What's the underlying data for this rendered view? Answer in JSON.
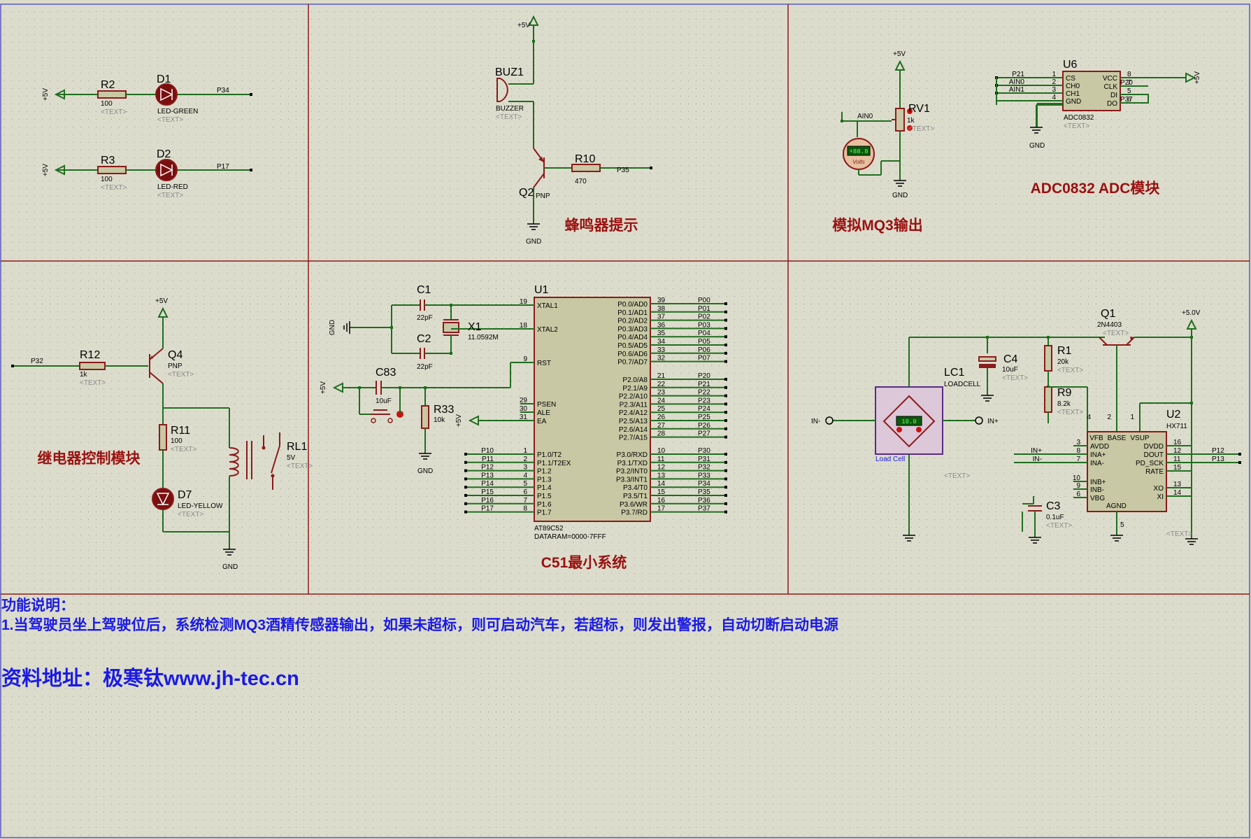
{
  "colors": {
    "background": "#dcdccc",
    "wire": "#1f6e1f",
    "component": "#8b1a1a",
    "title": "#9a1010",
    "note": "#1a1ae6"
  },
  "titles": {
    "buzzer": "蜂鸣器提示",
    "mq3": "模拟MQ3输出",
    "adc": "ADC0832 ADC模块",
    "relay": "继电器控制模块",
    "mcu": "C51最小系统"
  },
  "notes": {
    "heading": "功能说明：",
    "line1": "1.当驾驶员坐上驾驶位后，系统检测MQ3酒精传感器输出，如果未超标，则可启动汽车，若超标，则发出警报，自动切断启动电源",
    "source": "资料地址：极寒钛www.jh-tec.cn"
  },
  "common": {
    "vcc": "+5V",
    "gnd": "GND",
    "text": "<TEXT>"
  },
  "leds": [
    {
      "res": "R2",
      "res_val": "100",
      "led": "D1",
      "type": "LED-GREEN",
      "net": "P34"
    },
    {
      "res": "R3",
      "res_val": "100",
      "led": "D2",
      "type": "LED-RED",
      "net": "P17"
    }
  ],
  "buzzer": {
    "ref": "BUZ1",
    "type": "BUZZER",
    "q": "Q2",
    "q_type": "PNP",
    "r": "R10",
    "r_val": "470",
    "net": "P35"
  },
  "mq3": {
    "ref": "RV1",
    "val": "1k",
    "net": "AIN0",
    "meter": "+88.8",
    "meter_unit": "Volts"
  },
  "adc": {
    "ref": "U6",
    "part": "ADC0832",
    "left_pins": [
      {
        "net": "P21",
        "name": "CS",
        "num": "1"
      },
      {
        "net": "AIN0",
        "name": "CH0",
        "num": "2"
      },
      {
        "net": "AIN1",
        "name": "CH1",
        "num": "3"
      },
      {
        "net": "",
        "name": "GND",
        "num": "4"
      }
    ],
    "right_pins": [
      {
        "name": "VCC",
        "num": "8",
        "net": ""
      },
      {
        "name": "CLK",
        "num": "7",
        "net": "P20"
      },
      {
        "name": "DI",
        "num": "5",
        "net": ""
      },
      {
        "name": "DO",
        "num": "6",
        "net": "P37"
      }
    ]
  },
  "relay": {
    "q": "Q4",
    "q_type": "PNP",
    "r12": "R12",
    "r12_val": "1k",
    "net": "P32",
    "r11": "R11",
    "r11_val": "100",
    "led": "D7",
    "led_type": "LED-YELLOW",
    "rl": "RL1",
    "rl_val": "5V"
  },
  "mcu": {
    "ref": "U1",
    "part": "AT89C52",
    "dataram": "DATARAM=0000-7FFF",
    "c1": "C1",
    "c1_val": "22pF",
    "c2": "C2",
    "c2_val": "22pF",
    "x1": "X1",
    "x1_val": "11.0592M",
    "c83": "C83",
    "c83_val": "10uF",
    "r33": "R33",
    "r33_val": "10k",
    "left_top": [
      {
        "num": "19",
        "name": "XTAL1"
      },
      {
        "num": "18",
        "name": "XTAL2"
      },
      {
        "num": "9",
        "name": "RST"
      },
      {
        "num": "29",
        "name": "PSEN"
      },
      {
        "num": "30",
        "name": "ALE"
      },
      {
        "num": "31",
        "name": "EA"
      }
    ],
    "port1": [
      {
        "net": "P10",
        "num": "1",
        "name": "P1.0/T2"
      },
      {
        "net": "P11",
        "num": "2",
        "name": "P1.1/T2EX"
      },
      {
        "net": "P12",
        "num": "3",
        "name": "P1.2"
      },
      {
        "net": "P13",
        "num": "4",
        "name": "P1.3"
      },
      {
        "net": "P14",
        "num": "5",
        "name": "P1.4"
      },
      {
        "net": "P15",
        "num": "6",
        "name": "P1.5"
      },
      {
        "net": "P16",
        "num": "7",
        "name": "P1.6"
      },
      {
        "net": "P17",
        "num": "8",
        "name": "P1.7"
      }
    ],
    "port0": [
      {
        "name": "P0.0/AD0",
        "num": "39",
        "net": "P00"
      },
      {
        "name": "P0.1/AD1",
        "num": "38",
        "net": "P01"
      },
      {
        "name": "P0.2/AD2",
        "num": "37",
        "net": "P02"
      },
      {
        "name": "P0.3/AD3",
        "num": "36",
        "net": "P03"
      },
      {
        "name": "P0.4/AD4",
        "num": "35",
        "net": "P04"
      },
      {
        "name": "P0.5/AD5",
        "num": "34",
        "net": "P05"
      },
      {
        "name": "P0.6/AD6",
        "num": "33",
        "net": "P06"
      },
      {
        "name": "P0.7/AD7",
        "num": "32",
        "net": "P07"
      }
    ],
    "port2": [
      {
        "name": "P2.0/A8",
        "num": "21",
        "net": "P20"
      },
      {
        "name": "P2.1/A9",
        "num": "22",
        "net": "P21"
      },
      {
        "name": "P2.2/A10",
        "num": "23",
        "net": "P22"
      },
      {
        "name": "P2.3/A11",
        "num": "24",
        "net": "P23"
      },
      {
        "name": "P2.4/A12",
        "num": "25",
        "net": "P24"
      },
      {
        "name": "P2.5/A13",
        "num": "26",
        "net": "P25"
      },
      {
        "name": "P2.6/A14",
        "num": "27",
        "net": "P26"
      },
      {
        "name": "P2.7/A15",
        "num": "28",
        "net": "P27"
      }
    ],
    "port3": [
      {
        "name": "P3.0/RXD",
        "num": "10",
        "net": "P30"
      },
      {
        "name": "P3.1/TXD",
        "num": "11",
        "net": "P31"
      },
      {
        "name": "P3.2/INT0",
        "num": "12",
        "net": "P32"
      },
      {
        "name": "P3.3/INT1",
        "num": "13",
        "net": "P33"
      },
      {
        "name": "P3.4/T0",
        "num": "14",
        "net": "P34"
      },
      {
        "name": "P3.5/T1",
        "num": "15",
        "net": "P35"
      },
      {
        "name": "P3.6/WR",
        "num": "16",
        "net": "P36"
      },
      {
        "name": "P3.7/RD",
        "num": "17",
        "net": "P37"
      }
    ]
  },
  "load": {
    "lc": "LC1",
    "lc_type": "LOADCELL",
    "lc_label": "Load Cell",
    "lc_value": "10.0",
    "in_minus": "IN-",
    "in_plus": "IN+",
    "c4": "C4",
    "c4_val": "10uF",
    "q1": "Q1",
    "q1_type": "2N4403",
    "vcc": "+5.0V",
    "r1": "R1",
    "r1_val": "20k",
    "r9": "R9",
    "r9_val": "8.2k",
    "c3": "C3",
    "c3_val": "0.1uF",
    "u2": "U2",
    "u2_part": "HX711",
    "left_pins": [
      {
        "num": "3",
        "name": "AVDD",
        "net": ""
      },
      {
        "num": "8",
        "name": "INA+",
        "net": "IN+"
      },
      {
        "num": "7",
        "name": "INA-",
        "net": "IN-"
      },
      {
        "num": "10",
        "name": "INB+",
        "net": ""
      },
      {
        "num": "9",
        "name": "INB-",
        "net": ""
      },
      {
        "num": "6",
        "name": "VBG",
        "net": ""
      }
    ],
    "top_pins": [
      {
        "num": "4",
        "name": "VFB"
      },
      {
        "num": "2",
        "name": "BASE"
      },
      {
        "num": "1",
        "name": "VSUP"
      }
    ],
    "right_pins": [
      {
        "num": "16",
        "name": "DVDD",
        "net": ""
      },
      {
        "num": "12",
        "name": "DOUT",
        "net": "P12"
      },
      {
        "num": "11",
        "name": "PD_SCK",
        "net": "P13"
      },
      {
        "num": "15",
        "name": "RATE",
        "net": ""
      },
      {
        "num": "13",
        "name": "XO",
        "net": ""
      },
      {
        "num": "14",
        "name": "XI",
        "net": ""
      }
    ],
    "agnd": {
      "num": "5",
      "name": "AGND"
    }
  }
}
